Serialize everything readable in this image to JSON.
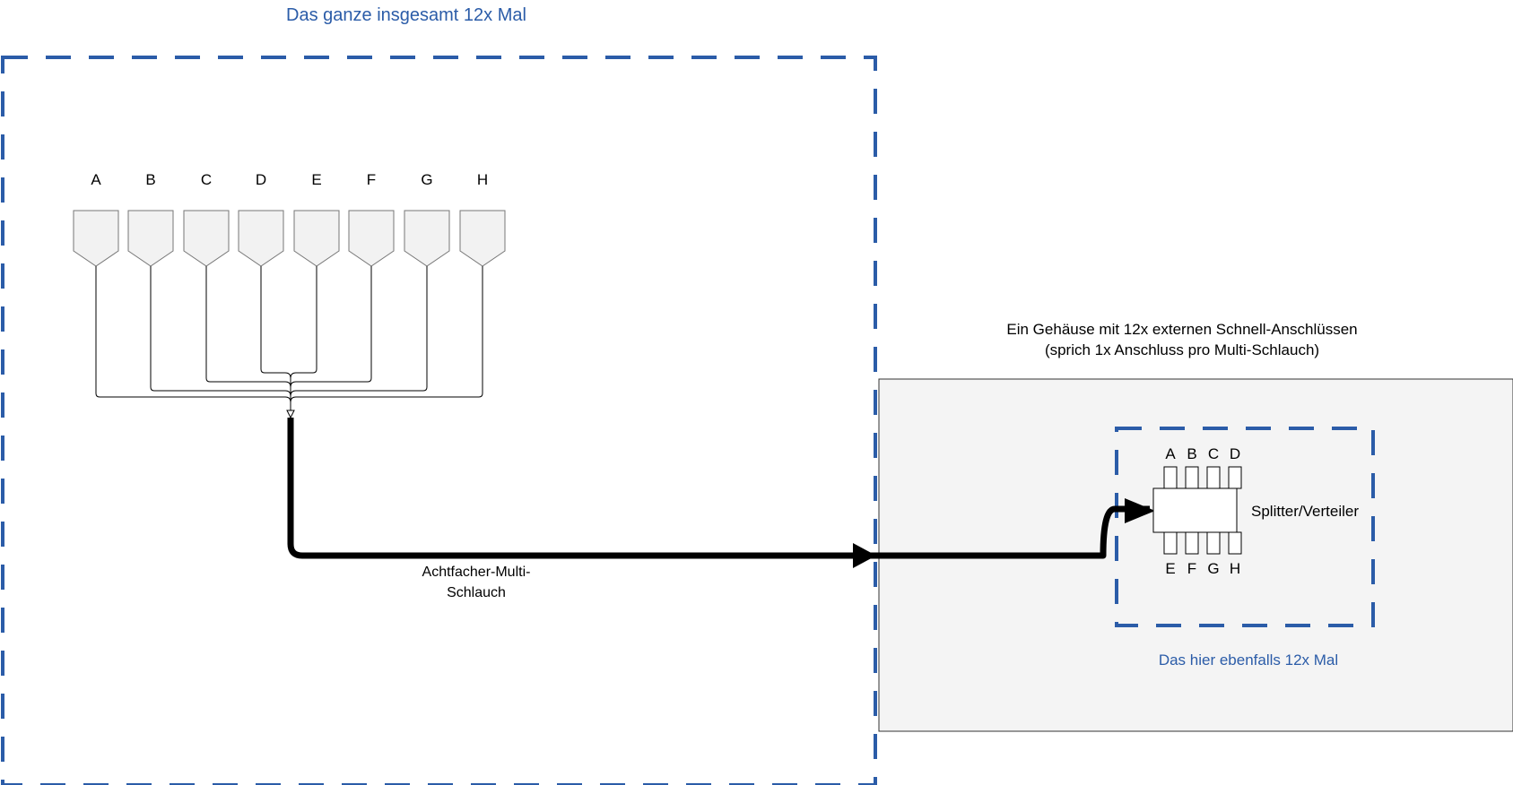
{
  "outer_group": {
    "caption": "Das ganze insgesamt 12x Mal"
  },
  "hoppers": [
    "A",
    "B",
    "C",
    "D",
    "E",
    "F",
    "G",
    "H"
  ],
  "hose": {
    "label_line1": "Achtfacher-Multi-",
    "label_line2": "Schlauch"
  },
  "housing": {
    "caption_line1": "Ein Gehäuse mit 12x externen Schnell-Anschlüssen",
    "caption_line2": "(sprich 1x Anschluss pro Multi-Schlauch)"
  },
  "splitter": {
    "label": "Splitter/Verteiler",
    "top_ports": [
      "A",
      "B",
      "C",
      "D"
    ],
    "bottom_ports": [
      "E",
      "F",
      "G",
      "H"
    ],
    "group_caption": "Das hier ebenfalls 12x Mal"
  },
  "colors": {
    "dash_blue": "#2b5ca8",
    "hopper_fill": "#f2f2f2",
    "housing_fill": "#f4f4f4",
    "line": "#000000"
  }
}
